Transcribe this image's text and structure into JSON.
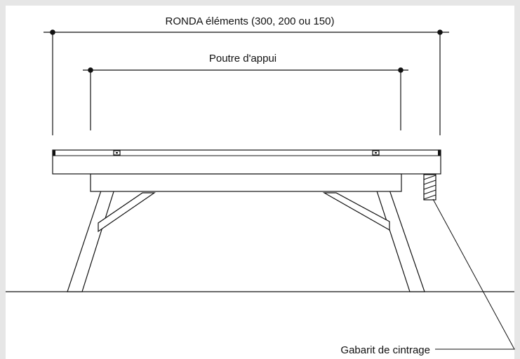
{
  "labels": {
    "ronda_dimension": "RONDA éléments (300, 200 ou 150)",
    "poutre_dimension": "Poutre d'appui",
    "gabarit": "Gabarit de cintrage"
  },
  "colors": {
    "background": "#e6e6e6",
    "canvas": "#ffffff",
    "ink": "#111111"
  }
}
